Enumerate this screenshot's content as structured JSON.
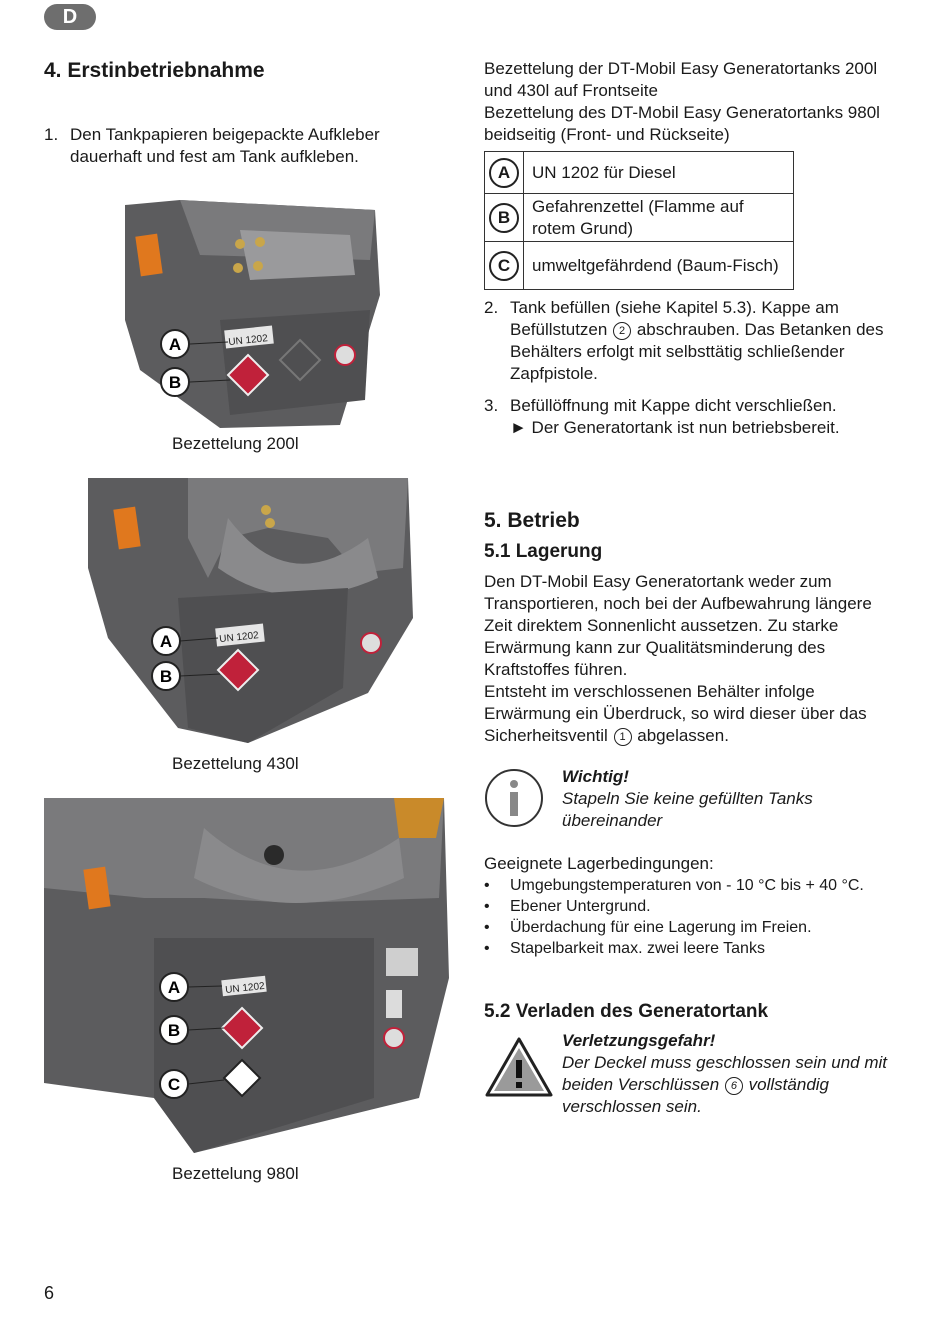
{
  "page": {
    "lang_badge": "D",
    "page_number": "6"
  },
  "section4": {
    "heading": "4.   Erstinbetriebnahme",
    "step1_num": "1.",
    "step1_text": "Den Tankpapieren beigepackte Aufkleber dauerhaft und fest am Tank aufkleben.",
    "intro_line1": "Bezettelung der DT-Mobil Easy Generatortanks 200l und 430l auf Frontseite",
    "intro_line2": "Bezettelung des DT-Mobil Easy Generatortanks 980l beidseitig (Front- und Rückseite)",
    "label_table": [
      {
        "letter": "A",
        "text": "UN 1202 für Diesel"
      },
      {
        "letter": "B",
        "text": "Gefahrenzettel (Flamme auf rotem Grund)"
      },
      {
        "letter": "C",
        "text": "umweltgefährdend (Baum-Fisch)"
      }
    ],
    "step2_num": "2.",
    "step2_text_a": "Tank befüllen (siehe Kapitel 5.3). Kappe am Befüllstutzen",
    "step2_circled": "2",
    "step2_text_b": "abschrauben. Das Betanken des Behälters erfolgt mit selbsttätig schließender Zapfpistole.",
    "step3_num": "3.",
    "step3_text": "Befüllöffnung mit Kappe dicht verschließen.",
    "step3_result": "► Der Generatortank ist nun betriebsbereit."
  },
  "figures": [
    {
      "caption": "Bezettelung 200l",
      "plate": "UN 1202",
      "markers": [
        "A",
        "B"
      ]
    },
    {
      "caption": "Bezettelung 430l",
      "plate": "UN 1202",
      "markers": [
        "A",
        "B"
      ]
    },
    {
      "caption": "Bezettelung 980l",
      "plate": "UN 1202",
      "markers": [
        "A",
        "B",
        "C"
      ]
    }
  ],
  "section5": {
    "heading": "5.   Betrieb",
    "sub1_heading": "5.1      Lagerung",
    "sub1_para1": "Den DT-Mobil Easy Generatortank weder zum Transportieren, noch bei der Aufbewahrung längere Zeit direktem Sonnenlicht aussetzen. Zu starke Erwärmung kann zur Qualitätsminderung des Kraftstoffes führen.",
    "sub1_para2_a": "Entsteht im verschlossenen Behälter infolge Erwärmung ein Überdruck, so wird dieser über das Sicherheitsventil",
    "sub1_para2_circled": "1",
    "sub1_para2_b": "abgelassen.",
    "info_title": "Wichtig!",
    "info_text": "Stapeln Sie keine gefüllten Tanks übereinander",
    "storage_intro": "Geeignete Lagerbedingungen:",
    "storage_items": [
      "Umgebungstemperaturen von - 10 °C bis + 40 °C.",
      "Ebener Untergrund.",
      "Überdachung für eine Lagerung im Freien.",
      "Stapelbarkeit max. zwei leere Tanks"
    ],
    "sub2_heading": "5.2      Verladen des Generatortank",
    "warn_title": "Verletzungsgefahr!",
    "warn_text_a": "Der Deckel muss geschlossen sein und mit beiden Verschlüssen",
    "warn_circled": "6",
    "warn_text_b": "vollständig verschlossen sein."
  },
  "colors": {
    "tank_body": "#5c5c5e",
    "tank_dark": "#3f3f41",
    "hazard_red": "#c0213a",
    "logo_orange": "#e0781e",
    "lid_orange": "#c98a2a"
  }
}
